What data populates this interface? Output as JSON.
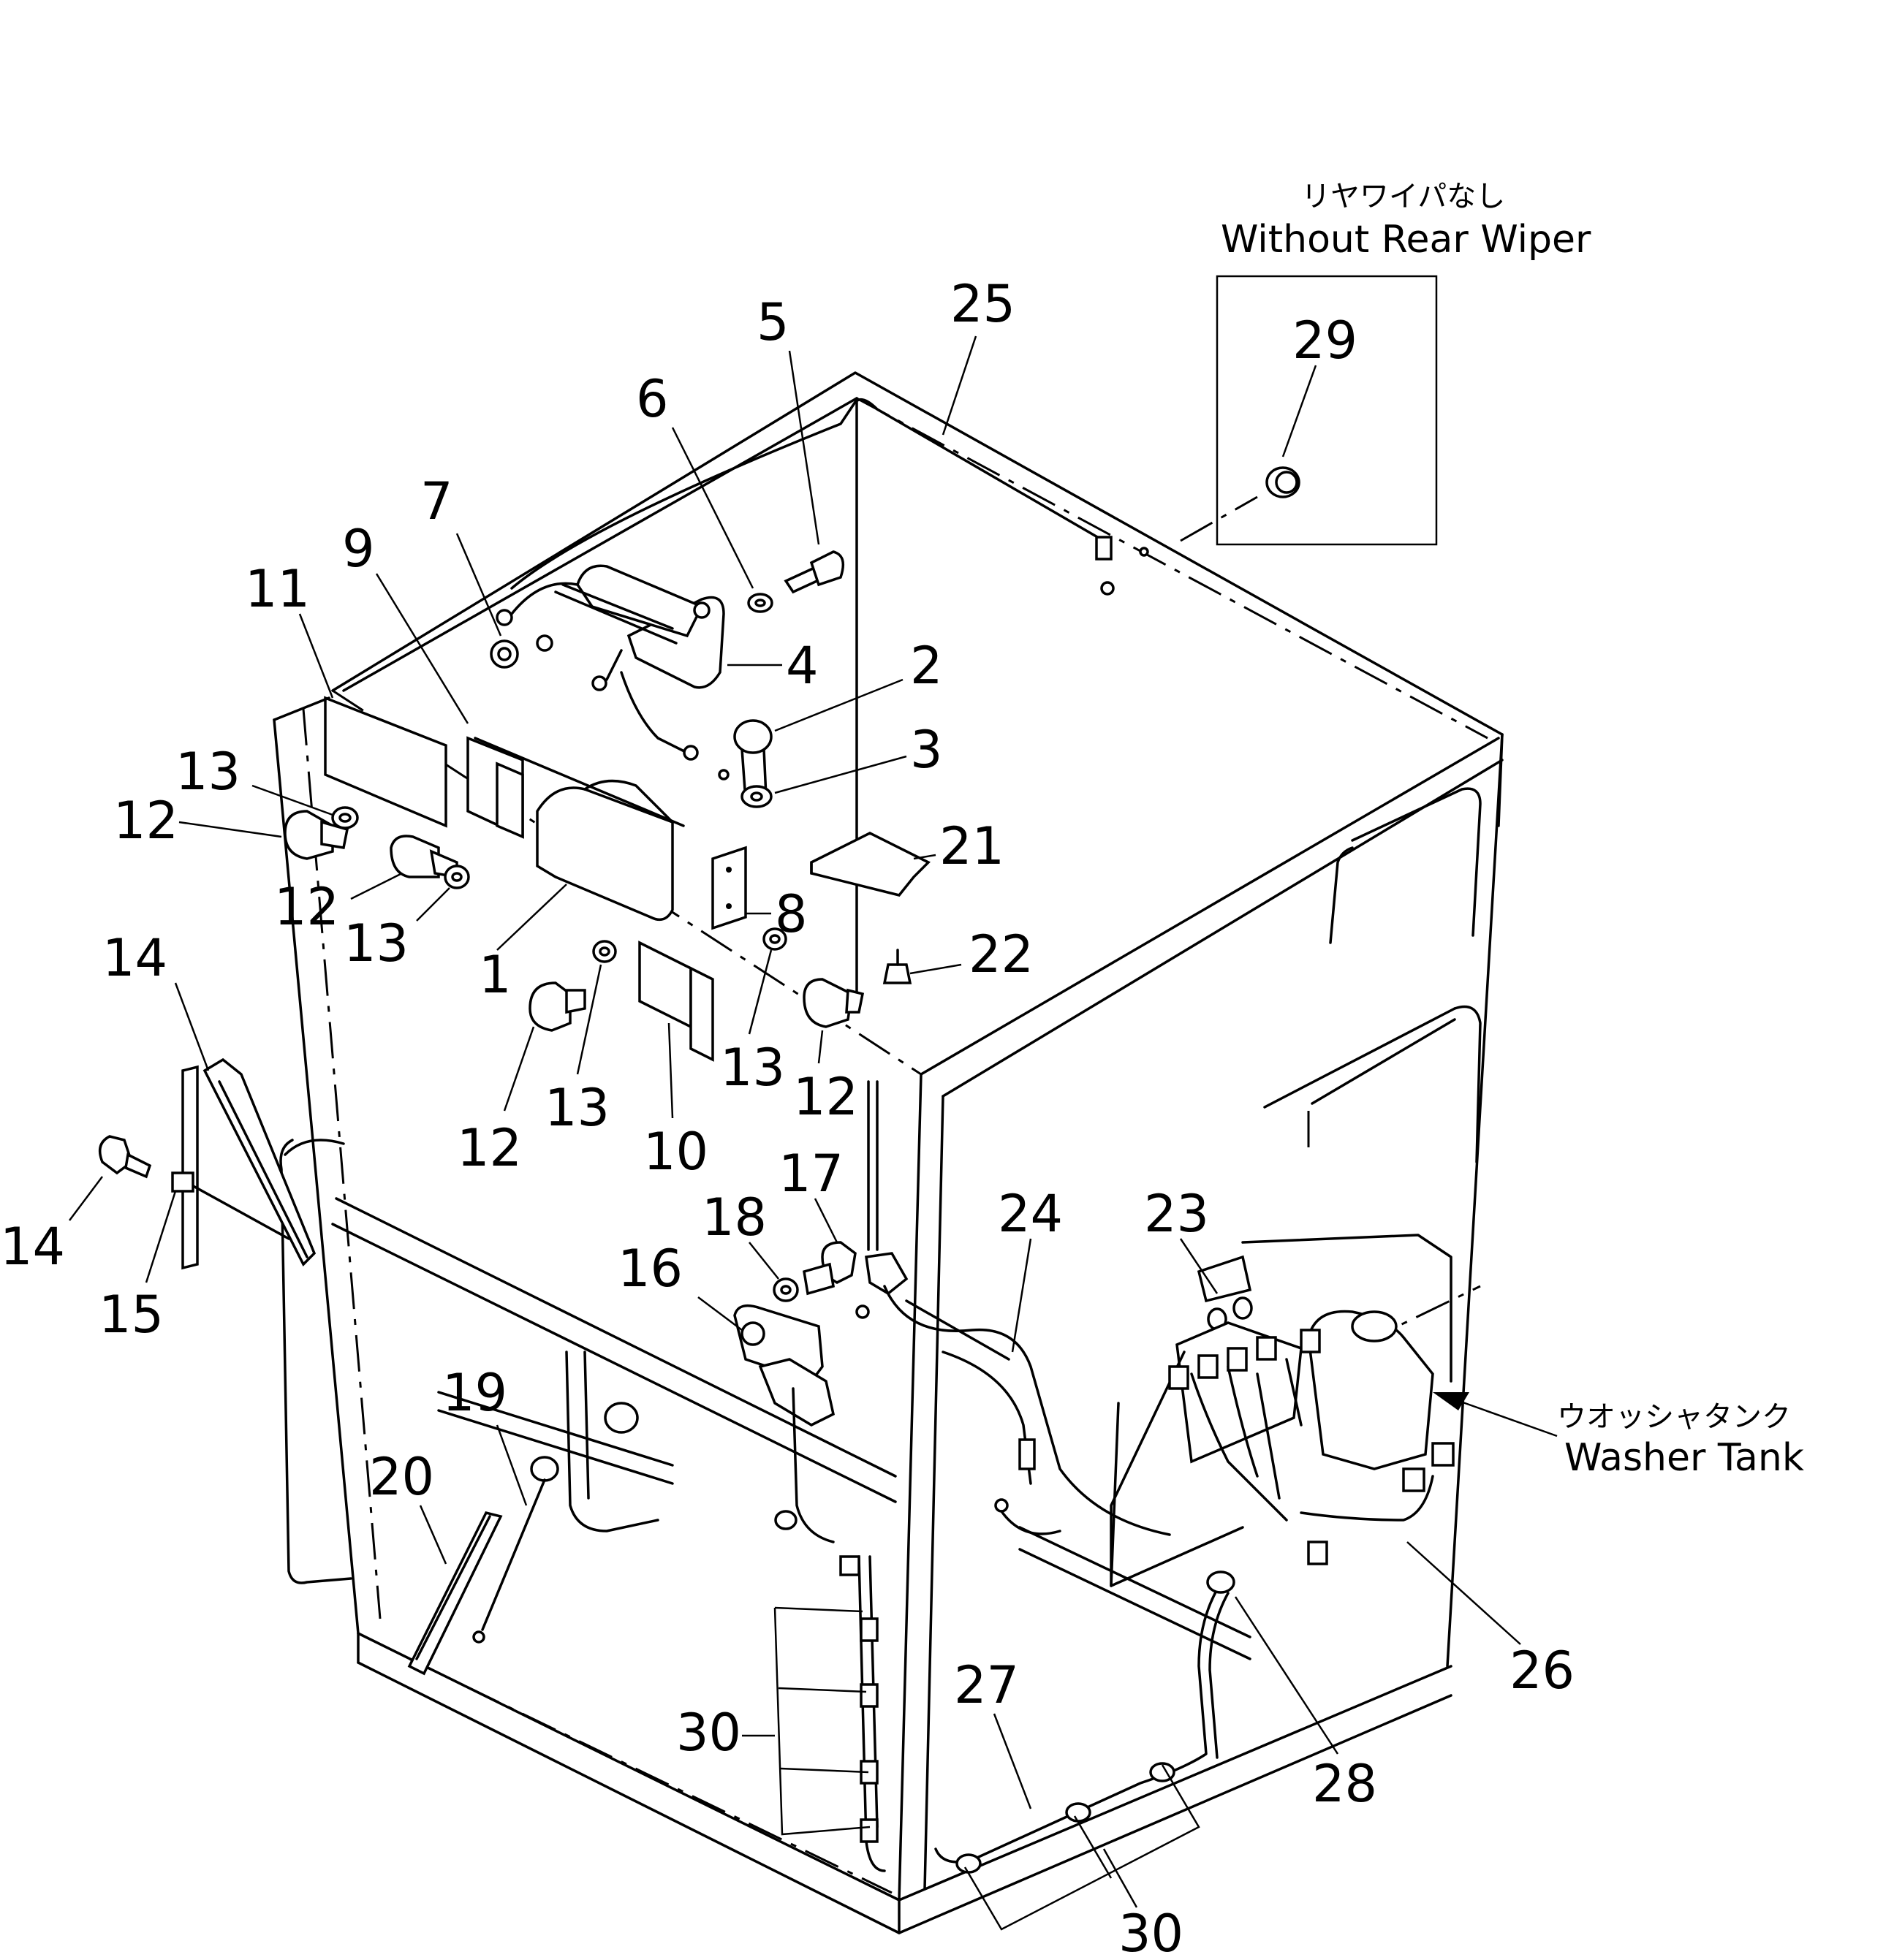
{
  "inset": {
    "caption_jp": "リヤワイパなし",
    "caption_en": "Without Rear Wiper",
    "part": "29"
  },
  "washer_tank": {
    "caption_jp": "ウオッシャタンク",
    "caption_en": "Washer Tank"
  },
  "callouts": {
    "c1": "1",
    "c2": "2",
    "c3": "3",
    "c4": "4",
    "c5": "5",
    "c6": "6",
    "c7": "7",
    "c8": "8",
    "c9": "9",
    "c10": "10",
    "c11": "11",
    "c12a": "12",
    "c12b": "12",
    "c12c": "12",
    "c12d": "12",
    "c13a": "13",
    "c13b": "13",
    "c13c": "13",
    "c13d": "13",
    "c14a": "14",
    "c14b": "14",
    "c15": "15",
    "c16": "16",
    "c17": "17",
    "c18": "18",
    "c19": "19",
    "c20": "20",
    "c21": "21",
    "c22": "22",
    "c23": "23",
    "c24": "24",
    "c25": "25",
    "c26": "26",
    "c27": "27",
    "c28": "28",
    "c30a": "30",
    "c30b": "30"
  }
}
